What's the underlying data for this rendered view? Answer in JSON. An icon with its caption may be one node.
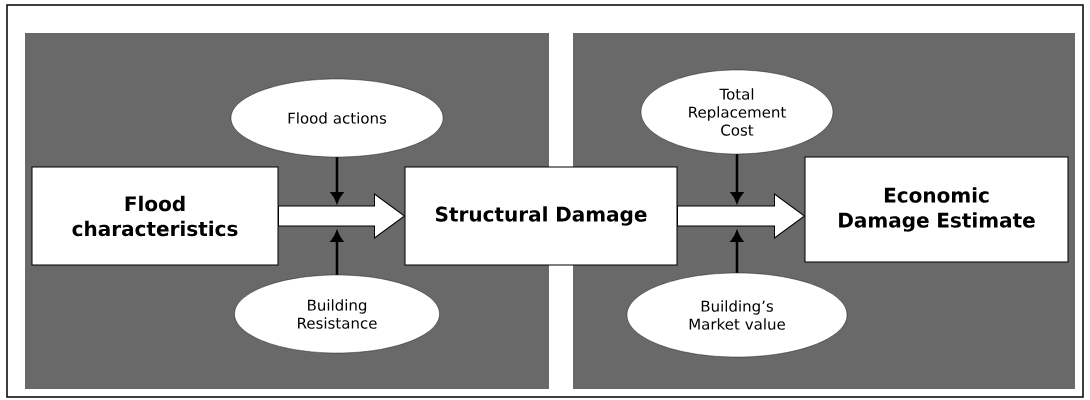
{
  "diagram": {
    "nodes": [
      {
        "text": [],
        "shape": "box"
      },
      {
        "text": [],
        "shape": "box"
      },
      {
        "text": [
          "Flood characteristics"
        ],
        "in": 0
      },
      {
        "text": [
          "Flood actions"
        ],
        "in": 0
      },
      {
        "text": [
          "Building Resistance"
        ],
        "in": 0
      },
      {
        "text": [
          "Structural Damage"
        ]
      },
      {
        "text": [
          "Total Replacement Cost"
        ],
        "in": 1
      },
      {
        "text": [
          "Building’s Market value"
        ],
        "in": 1
      },
      {
        "text": [
          "Economic Damage Estimate"
        ],
        "in": 1
      }
    ],
    "edges": [
      {
        "from": 2,
        "to": 5,
        "arrow": "to",
        "style": "thick"
      },
      {
        "from": 3,
        "to": null,
        "arrow": "to"
      },
      {
        "from": 4,
        "to": null,
        "arrow": "to"
      },
      {
        "from": 5,
        "to": 8,
        "arrow": "to",
        "style": "thick"
      },
      {
        "from": 6,
        "to": null,
        "arrow": "to"
      },
      {
        "from": 7,
        "to": null,
        "arrow": "to"
      }
    ]
  }
}
